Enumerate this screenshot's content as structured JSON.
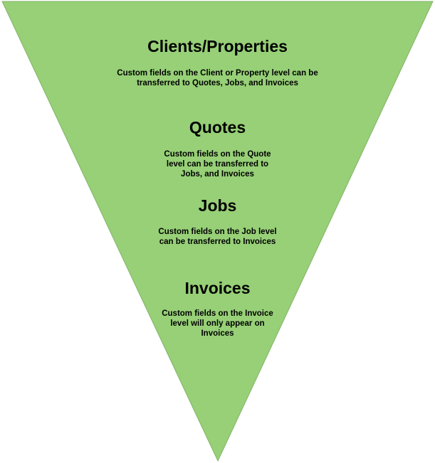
{
  "diagram": {
    "shape_fill": "#97D077",
    "shape_stroke": "#82B366",
    "levels": [
      {
        "title": "Clients/Properties",
        "desc_lines": [
          "Custom fields on the Client or Property level can be",
          "transferred to Quotes, Jobs, and Invoices"
        ]
      },
      {
        "title": "Quotes",
        "desc_lines": [
          "Custom fields on the Quote",
          "level can be transferred to",
          "Jobs, and Invoices"
        ]
      },
      {
        "title": "Jobs",
        "desc_lines": [
          "Custom fields on the Job level",
          "can be transferred to Invoices"
        ]
      },
      {
        "title": "Invoices",
        "desc_lines": [
          "Custom fields on the Invoice",
          "level will only appear on",
          "Invoices"
        ]
      }
    ]
  }
}
